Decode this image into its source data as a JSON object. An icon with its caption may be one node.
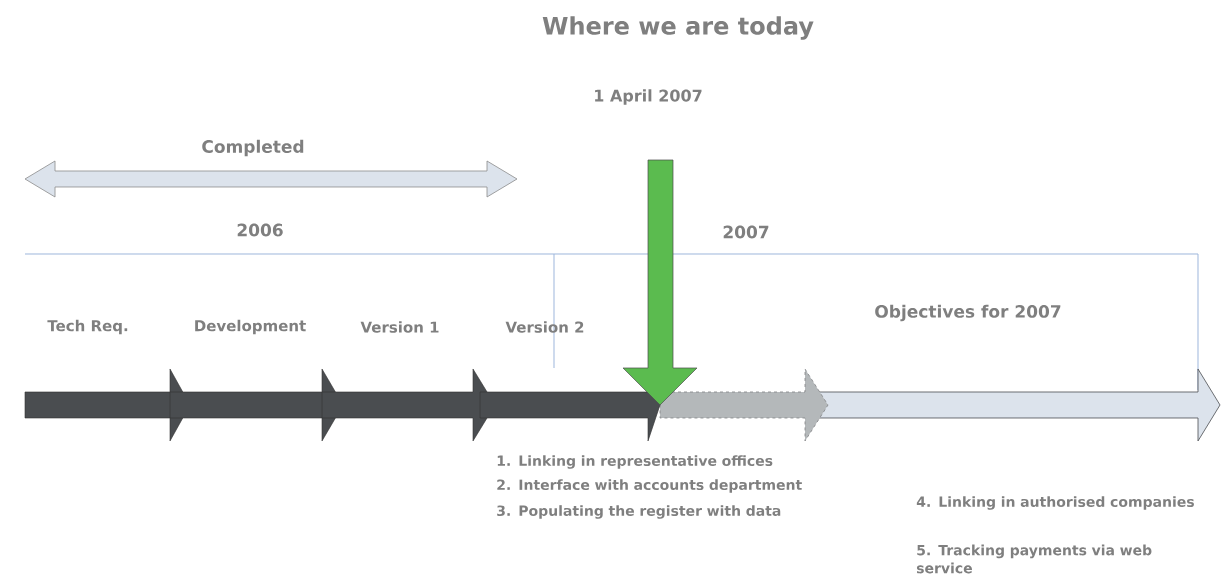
{
  "diagram": {
    "title": "Where we are today",
    "labels": [
      "1 April 2007",
      "Completed",
      "2006",
      "2007",
      "Tech Req.",
      "Development",
      "Version 1",
      "Version 2",
      "Objectives for 2007",
      "1. Linking in representative offices",
      "2. Interface with accounts department",
      "3. Populating the register with data",
      "4. Linking in authorised companies",
      "5. Tracking payments via web service"
    ]
  }
}
